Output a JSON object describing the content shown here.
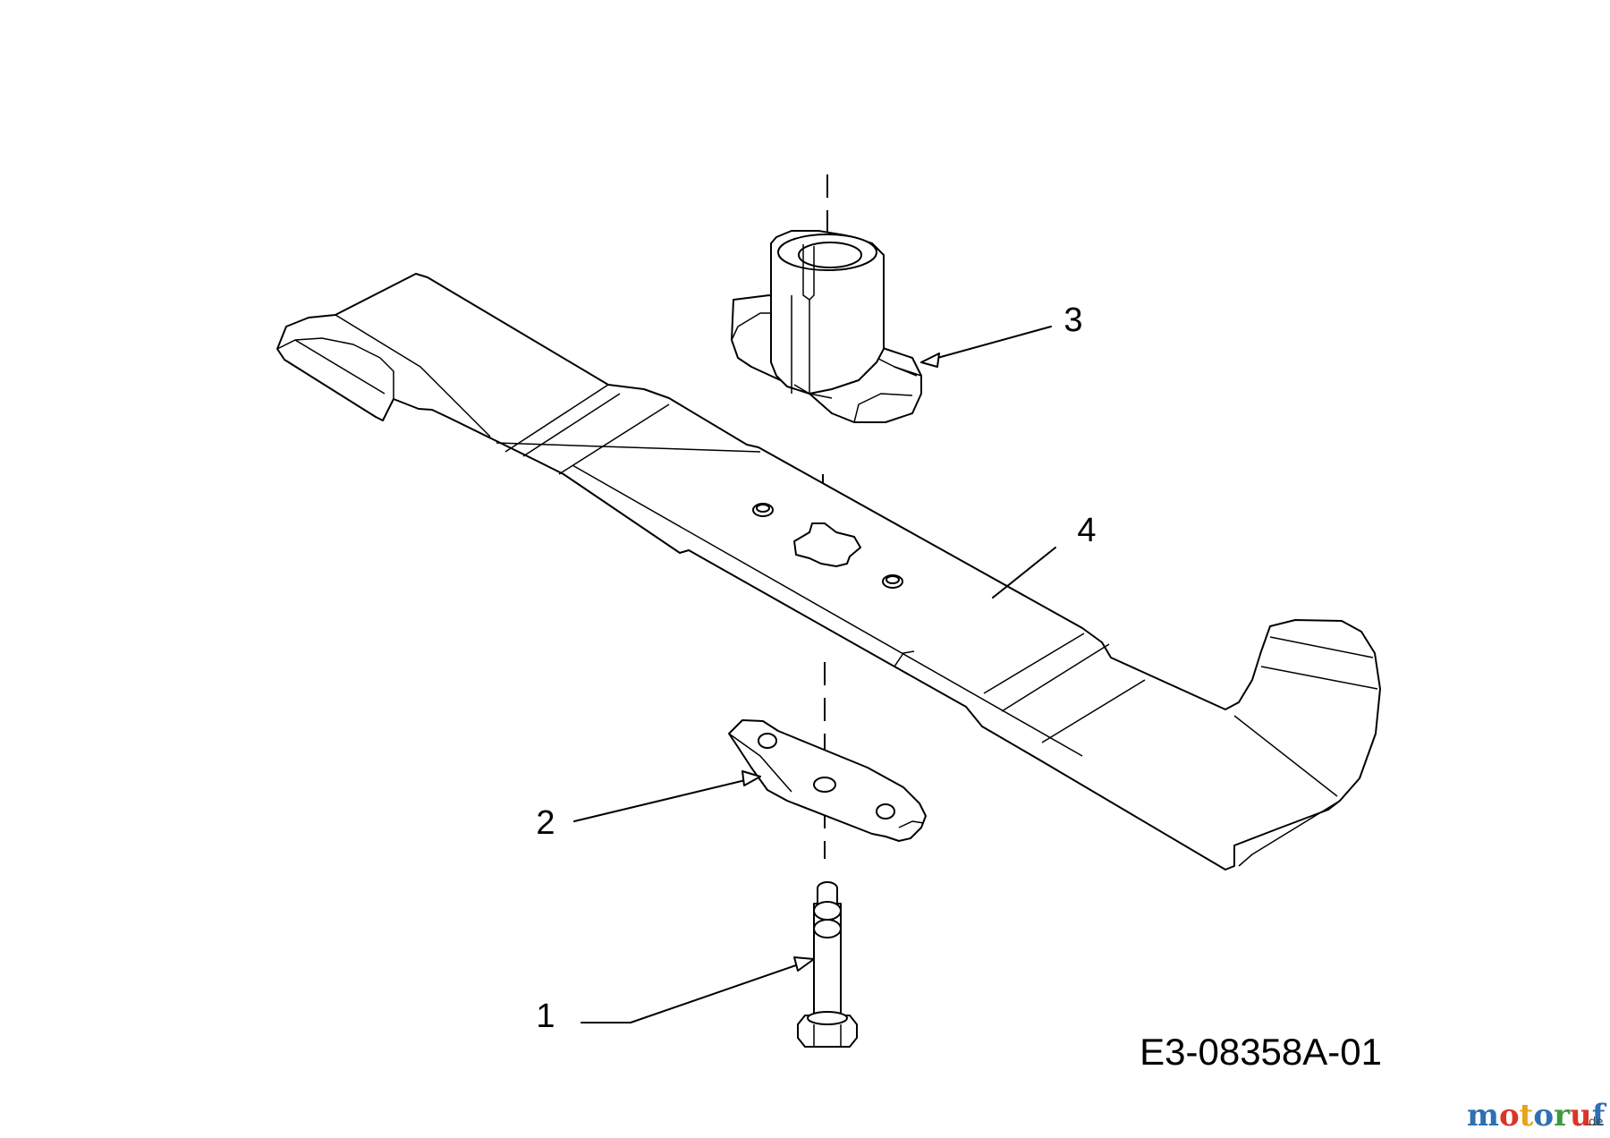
{
  "callouts": [
    {
      "id": "1",
      "label": "1",
      "part": "blade-bolt"
    },
    {
      "id": "2",
      "label": "2",
      "part": "blade-washer"
    },
    {
      "id": "3",
      "label": "3",
      "part": "blade-adapter"
    },
    {
      "id": "4",
      "label": "4",
      "part": "cutting-blade"
    }
  ],
  "drawing_code": "E3-08358A-01",
  "watermark": {
    "letters": [
      "m",
      "o",
      "t",
      "o",
      "r",
      "u",
      "f"
    ],
    "letter_colors": [
      "#2f6fb3",
      "#d9352a",
      "#e8a318",
      "#2f6fb3",
      "#3d9a3d",
      "#d9352a",
      "#2f6fb3"
    ],
    "suffix": ".de"
  },
  "colors": {
    "line": "#000000",
    "background": "#ffffff"
  }
}
